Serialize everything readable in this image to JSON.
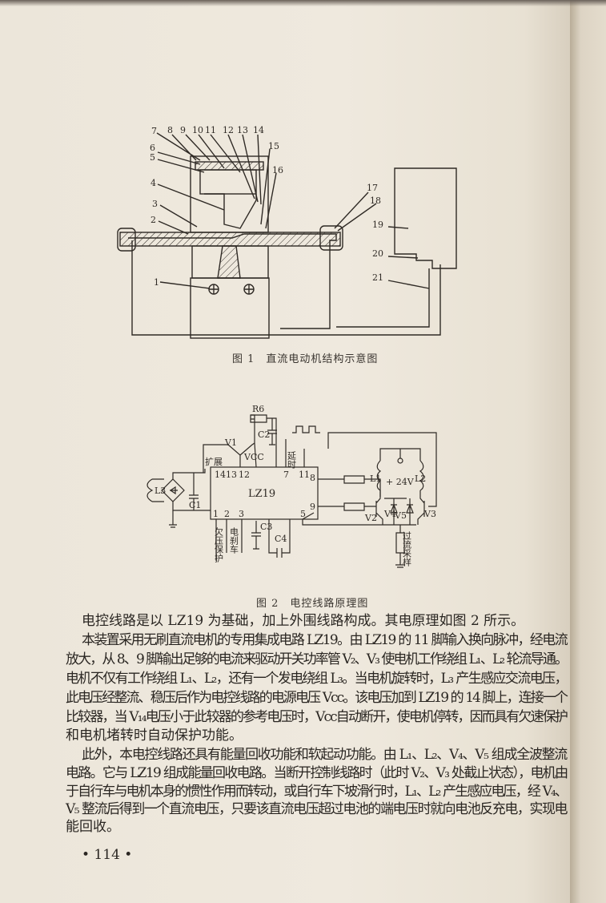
{
  "figure1": {
    "caption": "图 1　直流电动机结构示意图",
    "part_labels": [
      "1",
      "2",
      "3",
      "4",
      "5",
      "6",
      "7",
      "8",
      "9",
      "10",
      "11",
      "12",
      "13",
      "14",
      "15",
      "16",
      "17",
      "18",
      "19",
      "20",
      "21"
    ]
  },
  "figure2": {
    "caption": "图 2　电控线路原理图",
    "ic_label": "LZ19",
    "labels": {
      "r6": "R6",
      "c1": "C1",
      "c2": "C2",
      "c3": "C3",
      "c4": "C4",
      "v1": "V1",
      "v2": "V2",
      "v3": "V3",
      "v4": "V4",
      "v5": "V5",
      "vcc": "VCC",
      "l1": "L1",
      "l2": "L2",
      "l3": "L3",
      "supply": "+ 24V",
      "expand": "扩展",
      "delay": "延时",
      "undervoltage": "欠压保护",
      "brake": "电刹车",
      "overcurrent": "过流采样"
    },
    "pins": {
      "p14": "14",
      "p13": "13",
      "p12": "12",
      "p7": "7",
      "p11": "11",
      "p8": "8",
      "p9": "9",
      "p1": "1",
      "p2": "2",
      "p3": "3",
      "p5": "5"
    }
  },
  "body": {
    "lines": [
      "电控线路是以 LZ19 为基础，加上外围线路构成。其电原理如图 2 所示。",
      "本装置采用无刷直流电机的专用集成电路 LZ19。由 LZ19 的 11 脚输入换向脉冲，经电流",
      "放大，从 8、9 脚输出足够的电流来驱动开关功率管 V₂、V₃ 使电机工作绕组 L₁、L₂ 轮流导通。",
      "电机不仅有工作绕组 L₁、L₂，还有一个发电绕组 L₃。当电机旋转时，L₃ 产生感应交流电压，",
      "此电压经整流、稳压后作为电控线路的电源电压 Vcc。该电压加到 LZ19 的 14 脚上，连接一个",
      "比较器，当 V₁₄电压小于此较器的参考电压时，Vcc自动断开，使电机停转，因而具有欠速保护",
      "和电机堵转时自动保护功能。",
      "此外，本电控线路还具有能量回收功能和软起动功能。由 L₁、L₂、V₄、V₅ 组成全波整流",
      "电路。它与 LZ19 组成能量回收电路。当断开控制线路时（此时 V₂、V₃ 处截止状态），电机由",
      "于自行车与电机本身的惯性作用而转动，或自行车下坡滑行时，L₁、L₂ 产生感应电压，经 V₄、",
      "V₅ 整流后得到一个直流电压，只要该直流电压超过电池的端电压时就向电池反充电，实现电",
      "能回收。"
    ]
  },
  "page_number": "• 114 •"
}
